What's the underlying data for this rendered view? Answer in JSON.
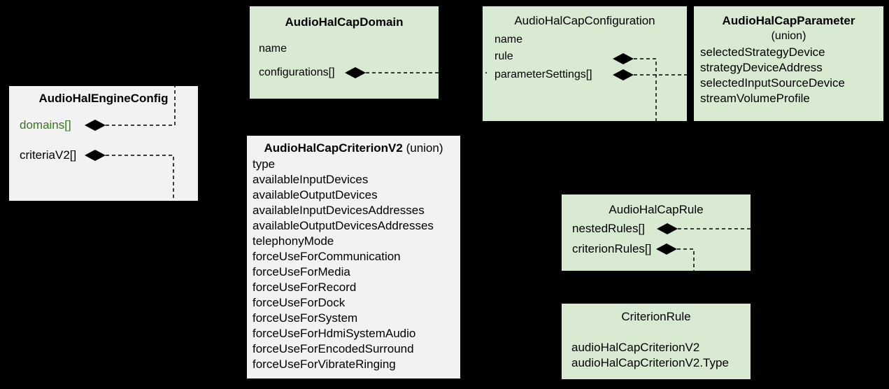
{
  "colors": {
    "background": "#000000",
    "green_box_fill": "#d9ead3",
    "gray_box_fill": "#f2f2f2",
    "text": "#000000",
    "green_field_text": "#38761d",
    "connector": "#000000"
  },
  "boxes": {
    "engine": {
      "title": "AudioHalEngineConfig",
      "fields": {
        "domains": "domains[]",
        "criteriaV2": "criteriaV2[]"
      }
    },
    "domain": {
      "title": "AudioHalCapDomain",
      "fields": {
        "name": "name",
        "configurations": "configurations[]"
      }
    },
    "configuration": {
      "title": "AudioHalCapConfiguration",
      "fields": {
        "name": "name",
        "rule": "rule",
        "parameterSettings": "parameterSettings[]"
      }
    },
    "parameter": {
      "title": "AudioHalCapParameter",
      "subtitle": "(union)",
      "fields": {
        "selectedStrategyDevice": "selectedStrategyDevice",
        "strategyDeviceAddress": "strategyDeviceAddress",
        "selectedInputSourceDevice": "selectedInputSourceDevice",
        "streamVolumeProfile": "streamVolumeProfile"
      }
    },
    "criterionV2": {
      "title": "AudioHalCapCriterionV2",
      "title_suffix": " (union)",
      "fields": [
        "type",
        "availableInputDevices",
        "availableOutputDevices",
        "availableInputDevicesAddresses",
        "availableOutputDevicesAddresses",
        "telephonyMode",
        "forceUseForCommunication",
        "forceUseForMedia",
        "forceUseForRecord",
        "forceUseForDock",
        "forceUseForSystem",
        "forceUseForHdmiSystemAudio",
        "forceUseForEncodedSurround",
        "forceUseForVibrateRinging"
      ]
    },
    "rule": {
      "title": "AudioHalCapRule",
      "fields": {
        "nestedRules": "nestedRules[]",
        "criterionRules": "criterionRules[]"
      }
    },
    "criterionRule": {
      "title": "CriterionRule",
      "fields": {
        "criterionV2": "audioHalCapCriterionV2",
        "criterionV2Type": "audioHalCapCriterionV2.Type"
      }
    }
  }
}
